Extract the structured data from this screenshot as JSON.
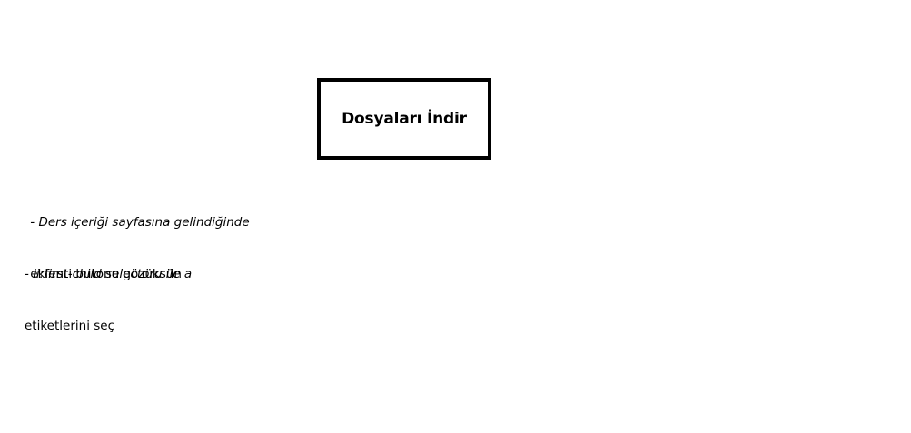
{
  "download_button": {
    "label": "Dosyaları İndir"
  },
  "notes": [
    {
      "line1": " - Ders içeriği sayfasına gelindiğinde",
      "line2": " eklenti butonu gözüksün"
    },
    {
      "line1": "- li:first-child selectoru ile a",
      "line2": "etiketlerini seç"
    }
  ]
}
